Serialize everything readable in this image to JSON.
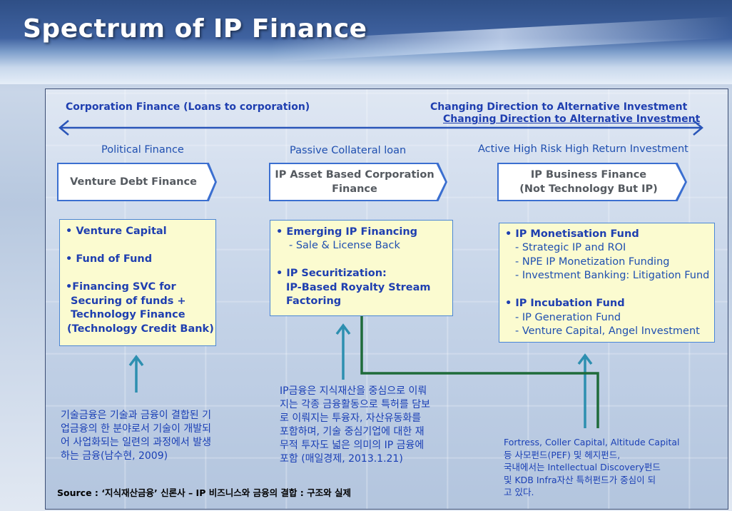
{
  "title": "Spectrum of IP Finance",
  "top_left_label": "Corporation Finance (Loans to corporation)",
  "top_right_label_1": "Changing Direction to Alternative Investment",
  "top_right_label_2": "Changing Direction to Alternative Investment",
  "columns": [
    {
      "subtitle": "Political Finance",
      "chevron_lines": [
        "Venture Debt Finance"
      ],
      "items": [
        {
          "text": "• Venture Capital",
          "style": "bold"
        },
        {
          "text": "• Fund of Fund",
          "style": "bold"
        },
        {
          "text": "•Financing SVC for",
          "style": "bold"
        },
        {
          "text": "Securing of funds +",
          "style": "bold"
        },
        {
          "text": "Technology Finance",
          "style": "bold"
        },
        {
          "text": "(Technology Credit Bank)",
          "style": "bold"
        }
      ],
      "note_lines": [
        "기술금융은 기술과 금융이 결합된 기",
        "업금융의 한 분야로서 기술이 개발되",
        "어 사업화되는 일련의 과정에서 발생",
        "하는 금융(남수현, 2009)"
      ]
    },
    {
      "subtitle": "Passive Collateral loan",
      "chevron_lines": [
        "IP Asset Based Corporation",
        "Finance"
      ],
      "items": [
        {
          "text": "• Emerging IP Financing",
          "style": "bold"
        },
        {
          "text": "- Sale & License Back",
          "style": "normal"
        },
        {
          "text": "• IP Securitization:",
          "style": "bold"
        },
        {
          "text": "IP-Based Royalty Stream",
          "style": "bold"
        },
        {
          "text": "Factoring",
          "style": "bold"
        }
      ],
      "note_lines": [
        "IP금융은 지식재산을 중심으로 이뤄",
        "지는 각종 금융활동으로 특허를 담보",
        "로 이뤄지는 투융자, 자산유동화를",
        "포함하며, 기술 중심기업에 대한 재",
        "무적 투자도 넓은 의미의 IP 금융에",
        "포함 (매일경제, 2013.1.21)"
      ]
    },
    {
      "subtitle": "Active High Risk High Return Investment",
      "chevron_lines": [
        "IP Business Finance",
        "(Not Technology But IP)"
      ],
      "items": [
        {
          "text": "• IP Monetisation Fund",
          "style": "bold"
        },
        {
          "text": "- Strategic IP and ROI",
          "style": "normal"
        },
        {
          "text": "- NPE IP Monetization Funding",
          "style": "normal"
        },
        {
          "text": "- Investment Banking: Litigation Fund",
          "style": "normal"
        },
        {
          "text": "• IP Incubation Fund",
          "style": "bold"
        },
        {
          "text": "- IP Generation Fund",
          "style": "normal"
        },
        {
          "text": "- Venture Capital, Angel Investment",
          "style": "normal"
        }
      ],
      "note_lines": [
        "Fortress, Coller Capital, Altitude Capital",
        "등 사모펀드(PEF) 및 헤지펀드,",
        "국내에서는 Intellectual Discovery펀드",
        "및 KDB Infra자산 특허펀드가 중심이 되",
        "고 있다."
      ]
    }
  ],
  "source": "Source : ‘지식재산금융’ 신론사 – IP 비즈니스와 금융의 결합 : 구조와 실제",
  "colors": {
    "arrow_teal": "#2d8fb0",
    "connector_green": "#1f6b3a",
    "arrow_blue": "#2a55b8",
    "text_blue": "#1f3fb0"
  }
}
